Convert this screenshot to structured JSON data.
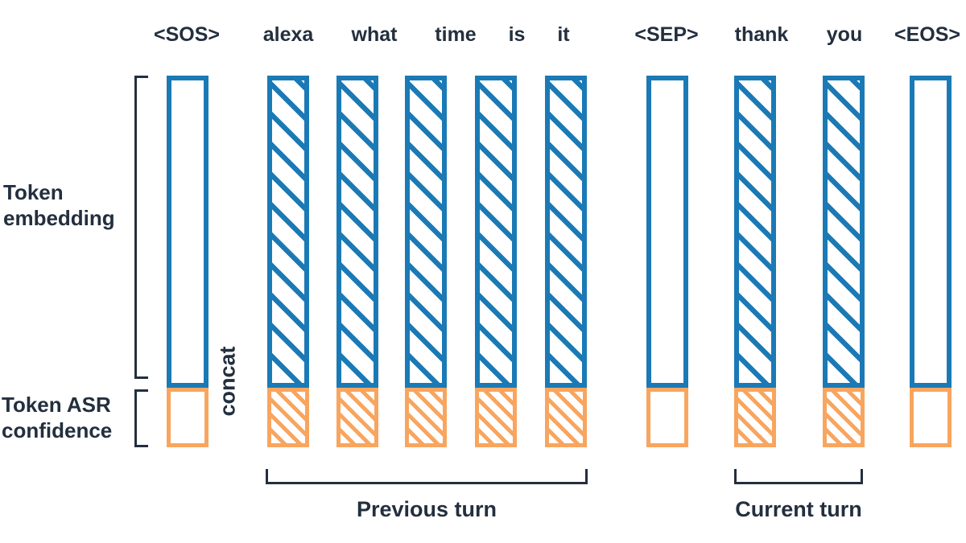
{
  "colors": {
    "bar_blue": "#1b7ab5",
    "bar_orange": "#f8a55f",
    "text_ink": "#232f3e",
    "background": "#ffffff"
  },
  "tokens": [
    {
      "label": "<SOS>",
      "type": "special",
      "hatched": false
    },
    {
      "label": "alexa",
      "type": "word",
      "hatched": true
    },
    {
      "label": "what",
      "type": "word",
      "hatched": true
    },
    {
      "label": "time",
      "type": "word",
      "hatched": true
    },
    {
      "label": "is",
      "type": "word",
      "hatched": true
    },
    {
      "label": "it",
      "type": "word",
      "hatched": true
    },
    {
      "label": "<SEP>",
      "type": "special",
      "hatched": false
    },
    {
      "label": "thank",
      "type": "word",
      "hatched": true
    },
    {
      "label": "you",
      "type": "word",
      "hatched": true
    },
    {
      "label": "<EOS>",
      "type": "special",
      "hatched": false
    }
  ],
  "row_labels": {
    "embedding": "Token\nembedding",
    "asr_confidence": "Token ASR\nconfidence"
  },
  "concat_label": "concat",
  "turns": {
    "previous": {
      "label": "Previous turn",
      "tokens": [
        "alexa",
        "what",
        "time",
        "is",
        "it"
      ]
    },
    "current": {
      "label": "Current turn",
      "tokens": [
        "thank",
        "you"
      ]
    }
  }
}
